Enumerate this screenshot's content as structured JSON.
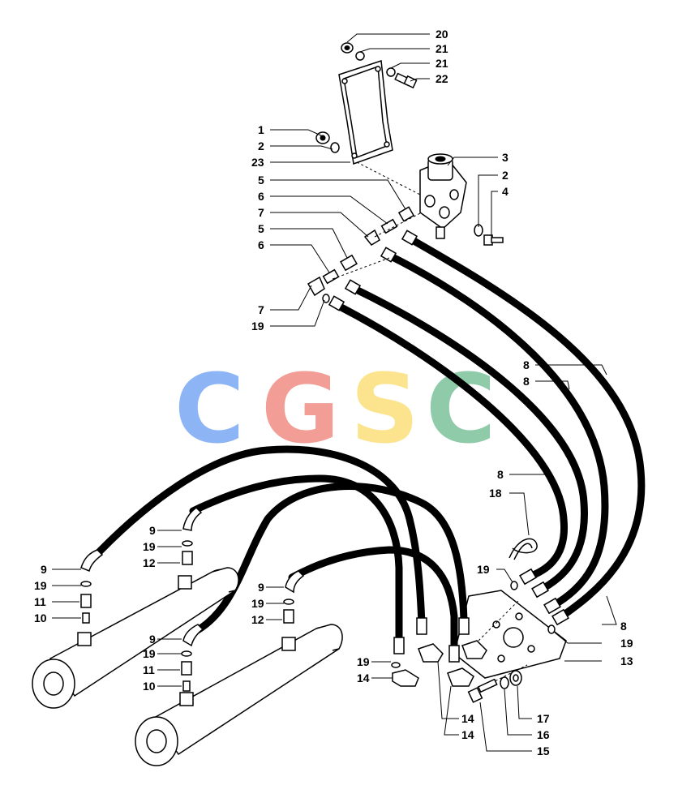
{
  "watermark": {
    "letters": [
      {
        "char": "C",
        "color": "#7aa9f5"
      },
      {
        "char": "G",
        "color": "#f08c84"
      },
      {
        "char": "S",
        "color": "#fbe07a"
      },
      {
        "char": "C",
        "color": "#7cc29a"
      }
    ]
  },
  "callouts": {
    "c20": "20",
    "c21a": "21",
    "c21b": "21",
    "c22": "22",
    "c1": "1",
    "c2a": "2",
    "c23": "23",
    "c3": "3",
    "c2b": "2",
    "c4": "4",
    "c5a": "5",
    "c6a": "6",
    "c7a": "7",
    "c5b": "5",
    "c6b": "6",
    "c7b": "7",
    "c19a": "19",
    "c8a": "8",
    "c8b": "8",
    "c8c": "8",
    "c18": "18",
    "c19b": "19",
    "c8d": "8",
    "c19c": "19",
    "c13": "13",
    "c9a": "9",
    "c19d": "19",
    "c12a": "12",
    "c9b": "9",
    "c19e": "19",
    "c11a": "11",
    "c10a": "10",
    "c9c": "9",
    "c19f": "19",
    "c12b": "12",
    "c9d": "9",
    "c19g": "19",
    "c11b": "11",
    "c10b": "10",
    "c19h": "19",
    "c14a": "14",
    "c14b": "14",
    "c14c": "14",
    "c17": "17",
    "c16": "16",
    "c15": "15"
  }
}
